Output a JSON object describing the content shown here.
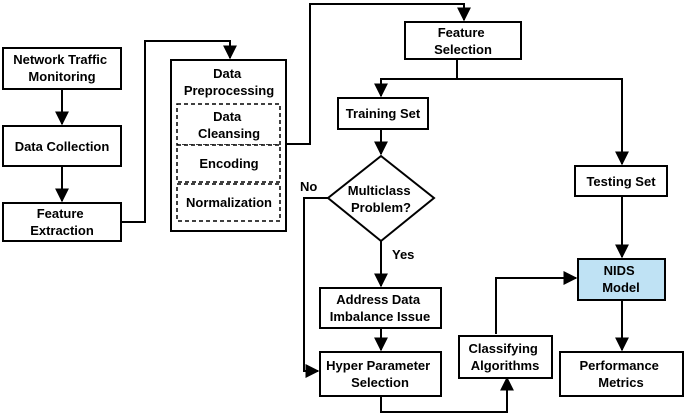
{
  "nodes": {
    "network_traffic_monitoring": [
      "Network Traffic",
      "Monitoring"
    ],
    "data_collection": [
      "Data Collection"
    ],
    "feature_extraction": [
      "Feature",
      "Extraction"
    ],
    "data_preprocessing": [
      "Data",
      "Preprocessing"
    ],
    "data_cleansing": [
      "Data",
      "Cleansing"
    ],
    "encoding": [
      "Encoding"
    ],
    "normalization": [
      "Normalization"
    ],
    "feature_selection": [
      "Feature",
      "Selection"
    ],
    "training_set": [
      "Training Set"
    ],
    "multiclass_problem": [
      "Multiclass",
      "Problem?"
    ],
    "address_data_imbalance": [
      "Address Data",
      "Imbalance Issue"
    ],
    "hyper_parameter_selection": [
      "Hyper Parameter",
      "Selection"
    ],
    "classifying_algorithms": [
      "Classifying",
      "Algorithms"
    ],
    "testing_set": [
      "Testing Set"
    ],
    "nids_model": [
      "NIDS",
      "Model"
    ],
    "performance_metrics": [
      "Performance",
      "Metrics"
    ]
  },
  "edge_labels": {
    "no": "No",
    "yes": "Yes"
  },
  "colors": {
    "highlight": "#bfe2f4",
    "stroke": "#000000"
  }
}
